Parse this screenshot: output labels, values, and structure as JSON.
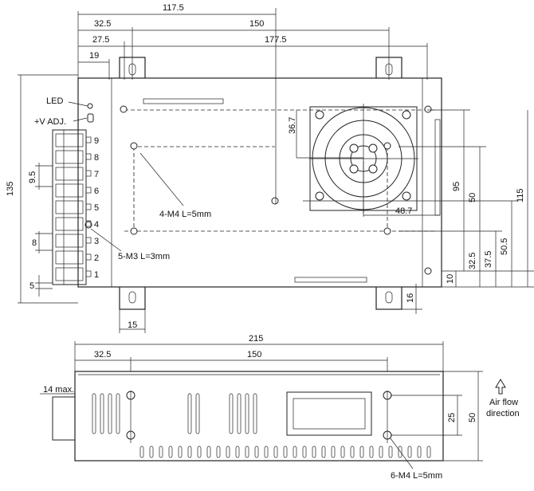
{
  "top_view": {
    "dims_top": [
      "117.5",
      "32.5",
      "150",
      "27.5",
      "177.5",
      "19"
    ],
    "dim_left_height": "135",
    "dims_right": [
      "115",
      "95",
      "50",
      "50.5",
      "37.5",
      "32.5",
      "10"
    ],
    "dim_fan_36": "36.7",
    "dim_fan_48": "48.7",
    "dim_bottom_right": "16",
    "dim_bottom_left": "15",
    "dim_9_5": "9.5",
    "dim_8": "8",
    "dim_5": "5",
    "led_label": "LED",
    "vadj_label": "+V ADJ.",
    "terminal_numbers": [
      "9",
      "8",
      "7",
      "6",
      "5",
      "4",
      "3",
      "2",
      "1"
    ],
    "m4_label": "4-M4 L=5mm",
    "m3_label": "5-M3 L=3mm"
  },
  "side_view": {
    "dim_width": "215",
    "dim_32_5": "32.5",
    "dim_150": "150",
    "dim_14": "14 max.",
    "dim_25": "25",
    "dim_50": "50",
    "airflow_line1": "Air flow",
    "airflow_line2": "direction",
    "m4_label": "6-M4 L=5mm"
  }
}
